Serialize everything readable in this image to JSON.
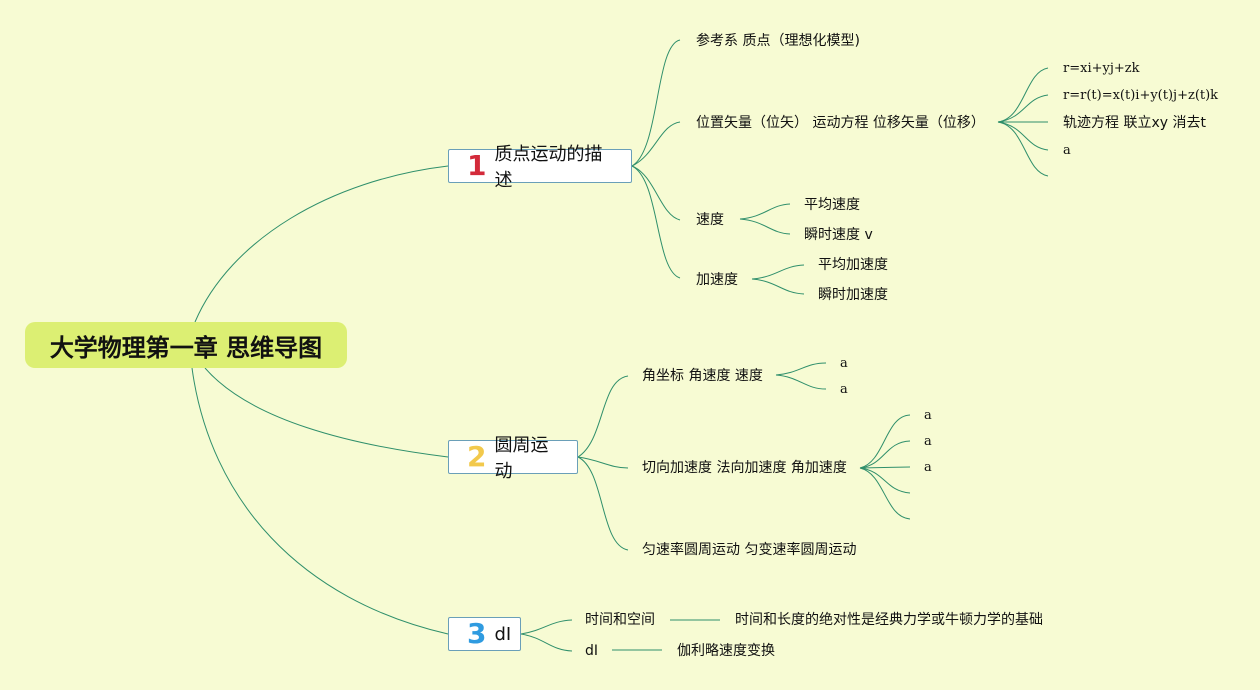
{
  "root": {
    "title": "大学物理第一章 思维导图"
  },
  "topics": [
    {
      "number": "1",
      "label": "质点运动的描述",
      "children": [
        {
          "label": "参考系 质点（理想化模型)"
        },
        {
          "label": "位置矢量（位矢） 运动方程 位移矢量（位移）",
          "children": [
            {
              "label": "r=xi+yj+zk"
            },
            {
              "label": "r=r(t)=x(t)i+y(t)j+z(t)k"
            },
            {
              "label": "轨迹方程 联立xy 消去t"
            },
            {
              "label": "a"
            },
            {
              "label": ""
            }
          ]
        },
        {
          "label": "速度",
          "children": [
            {
              "label": "平均速度"
            },
            {
              "label": "瞬时速度 v"
            }
          ]
        },
        {
          "label": "加速度",
          "children": [
            {
              "label": "平均加速度"
            },
            {
              "label": "瞬时加速度"
            }
          ]
        }
      ]
    },
    {
      "number": "2",
      "label": "圆周运动",
      "children": [
        {
          "label": "角坐标 角速度 速度",
          "children": [
            {
              "label": "a"
            },
            {
              "label": "a"
            }
          ]
        },
        {
          "label": "切向加速度 法向加速度 角加速度",
          "children": [
            {
              "label": "a"
            },
            {
              "label": "a"
            },
            {
              "label": "a"
            },
            {
              "label": ""
            },
            {
              "label": ""
            }
          ]
        },
        {
          "label": "匀速率圆周运动 匀变速率圆周运动"
        }
      ]
    },
    {
      "number": "3",
      "label": "dI",
      "children": [
        {
          "label": "时间和空间",
          "children": [
            {
              "label": "时间和长度的绝对性是经典力学或牛顿力学的基础"
            }
          ]
        },
        {
          "label": "dI",
          "children": [
            {
              "label": "伽利略速度变换"
            }
          ]
        }
      ]
    }
  ]
}
